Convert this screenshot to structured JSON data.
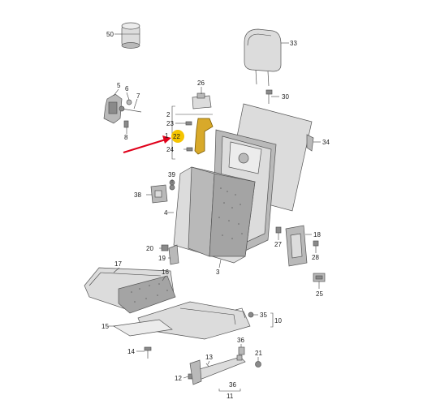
{
  "diagram": {
    "callouts": [
      {
        "id": "50",
        "text": "50"
      },
      {
        "id": "33",
        "text": "33"
      },
      {
        "id": "5",
        "text": "5"
      },
      {
        "id": "6",
        "text": "6"
      },
      {
        "id": "7",
        "text": "7"
      },
      {
        "id": "8",
        "text": "8"
      },
      {
        "id": "26",
        "text": "26"
      },
      {
        "id": "30",
        "text": "30"
      },
      {
        "id": "2",
        "text": "2"
      },
      {
        "id": "23",
        "text": "23"
      },
      {
        "id": "1",
        "text": "1"
      },
      {
        "id": "22",
        "text": "22"
      },
      {
        "id": "24",
        "text": "24"
      },
      {
        "id": "34",
        "text": "34"
      },
      {
        "id": "39",
        "text": "39"
      },
      {
        "id": "38",
        "text": "38"
      },
      {
        "id": "4",
        "text": "4"
      },
      {
        "id": "18",
        "text": "18"
      },
      {
        "id": "27",
        "text": "27"
      },
      {
        "id": "28",
        "text": "28"
      },
      {
        "id": "20",
        "text": "20"
      },
      {
        "id": "19",
        "text": "19"
      },
      {
        "id": "3",
        "text": "3"
      },
      {
        "id": "17",
        "text": "17"
      },
      {
        "id": "16",
        "text": "16"
      },
      {
        "id": "25",
        "text": "25"
      },
      {
        "id": "35",
        "text": "35"
      },
      {
        "id": "10",
        "text": "10"
      },
      {
        "id": "15",
        "text": "15"
      },
      {
        "id": "14",
        "text": "14"
      },
      {
        "id": "36a",
        "text": "36"
      },
      {
        "id": "21",
        "text": "21"
      },
      {
        "id": "13",
        "text": "13"
      },
      {
        "id": "12",
        "text": "12"
      },
      {
        "id": "36b",
        "text": "36"
      },
      {
        "id": "11",
        "text": "11"
      }
    ],
    "highlight_color": "#f5c400",
    "arrow_color": "#e0001a",
    "part_color": "#b9b9b9"
  }
}
